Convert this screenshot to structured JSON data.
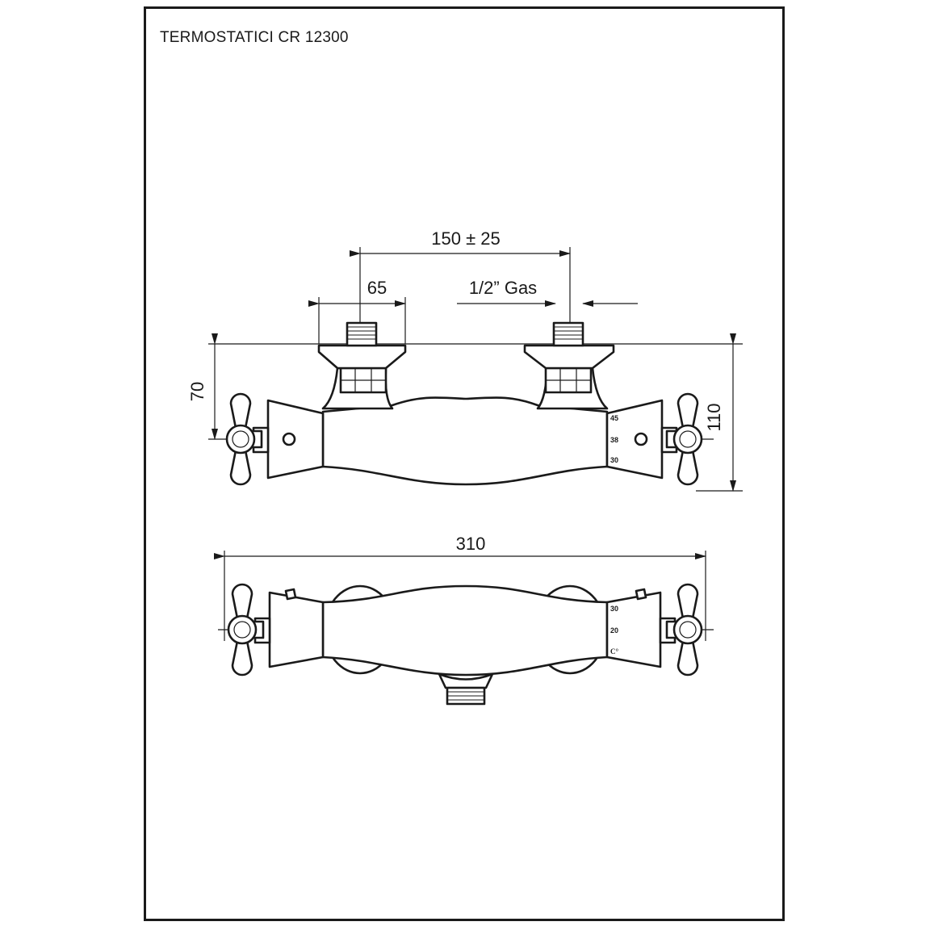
{
  "title": "TERMOSTATICI CR 12300",
  "dimensions": {
    "center_spacing": "150 ± 25",
    "flange": "65",
    "connection": "1/2” Gas",
    "height_upper": "70",
    "height_total": "110",
    "overall_width": "310"
  },
  "front_scale": [
    "45",
    "38",
    "30"
  ],
  "bottom_scale": [
    "30",
    "20",
    "C°"
  ]
}
